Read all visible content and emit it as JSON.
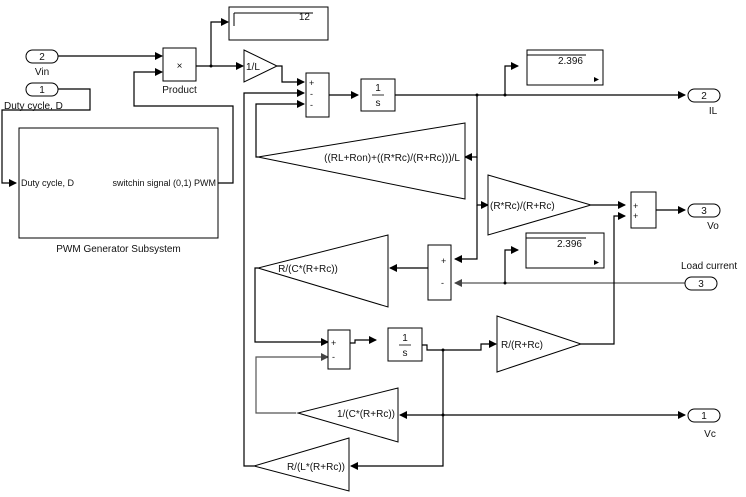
{
  "diagram": {
    "inports": [
      {
        "id": "vin",
        "number": "2",
        "label": "Vin"
      },
      {
        "id": "duty",
        "number": "1",
        "label": "Duty cycle, D"
      },
      {
        "id": "load",
        "number": "3",
        "label": "Load current"
      }
    ],
    "outports": [
      {
        "id": "il",
        "number": "2",
        "label": "IL"
      },
      {
        "id": "vo",
        "number": "3",
        "label": "Vo"
      },
      {
        "id": "vc",
        "number": "1",
        "label": "Vc"
      }
    ],
    "product": {
      "symbol": "×",
      "label": "Product"
    },
    "subsystem": {
      "label": "PWM Generator Subsystem",
      "input_port_label": "Duty cycle, D",
      "output_port_label": "switchin signal (0,1) PWM"
    },
    "displays": [
      {
        "id": "display-vin",
        "value": "12"
      },
      {
        "id": "display-il",
        "value": "2.396"
      },
      {
        "id": "display-load",
        "value": "2.396"
      }
    ],
    "gains": [
      {
        "id": "gain-1-over-l",
        "expr": "1/L"
      },
      {
        "id": "gain-rl-ron",
        "expr": "((RL+Ron)+((R*Rc)/(R+Rc)))/L"
      },
      {
        "id": "gain-r-rc-par",
        "expr": "(R*Rc)/(R+Rc)"
      },
      {
        "id": "gain-r-over-c",
        "expr": "R/(C*(R+Rc))"
      },
      {
        "id": "gain-r-over-r-rc",
        "expr": "R/(R+Rc)"
      },
      {
        "id": "gain-1-over-c",
        "expr": "1/(C*(R+Rc))"
      },
      {
        "id": "gain-r-over-l",
        "expr": "R/(L*(R+Rc))"
      }
    ],
    "integrators": [
      {
        "id": "integrator-il",
        "num": "1",
        "den": "s"
      },
      {
        "id": "integrator-vc",
        "num": "1",
        "den": "s"
      }
    ],
    "sums": [
      {
        "id": "sum-il",
        "signs": [
          "+",
          "-",
          "-"
        ]
      },
      {
        "id": "sum-vo",
        "signs": [
          "+",
          "+"
        ]
      },
      {
        "id": "sum-cap",
        "signs": [
          "+",
          "-"
        ]
      },
      {
        "id": "sum-vc",
        "signs": [
          "+",
          "-"
        ]
      }
    ]
  }
}
